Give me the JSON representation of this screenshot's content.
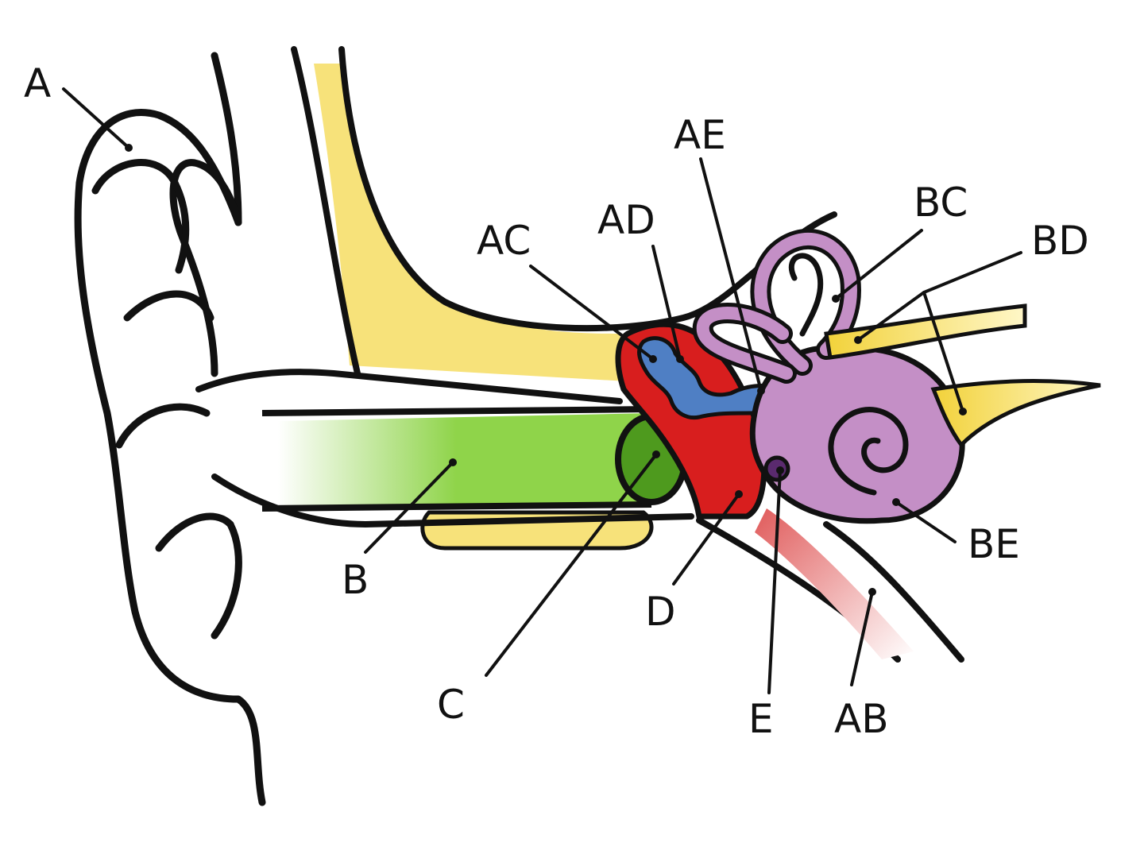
{
  "labels": {
    "A": "A",
    "B": "B",
    "C": "C",
    "D": "D",
    "E": "E",
    "AB": "AB",
    "AC": "AC",
    "AD": "AD",
    "AE": "AE",
    "BC": "BC",
    "BD": "BD",
    "BE": "BE"
  },
  "colors": {
    "outline": "#111111",
    "bone": "#f7e27a",
    "ear_canal": "#8fd44a",
    "eardrum": "#4e9a1e",
    "middle_ear": "#d81e1e",
    "ossicles": "#4f7fc4",
    "inner_ear": "#c48fc6",
    "nerve": "#f2d23a",
    "eustachian_tube": "#e05a5a"
  }
}
